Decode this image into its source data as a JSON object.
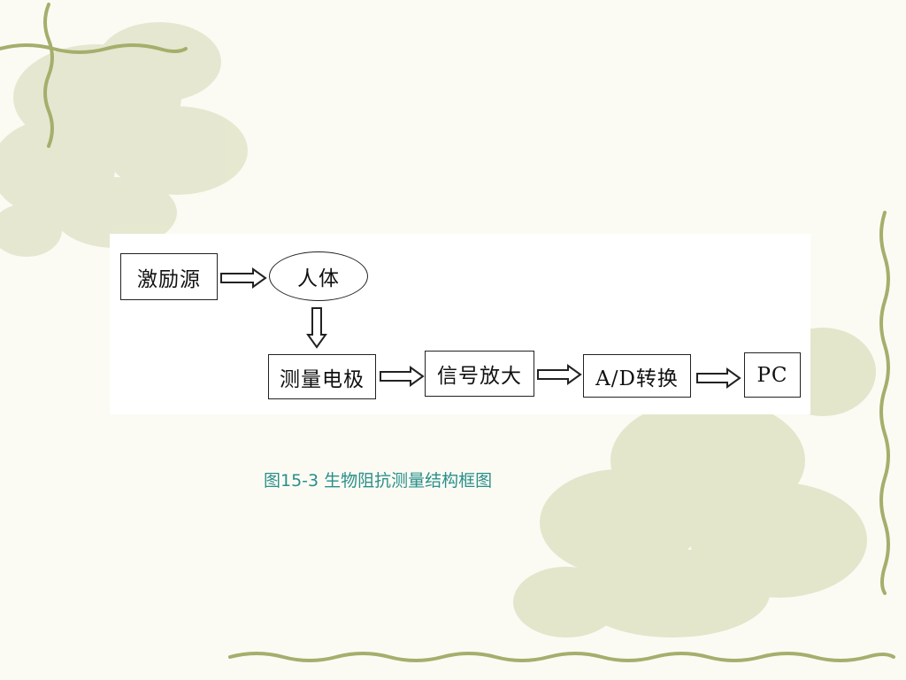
{
  "diagram": {
    "nodes": [
      {
        "id": "source",
        "label": "激励源"
      },
      {
        "id": "body",
        "label": "人体"
      },
      {
        "id": "electrode",
        "label": "测量电极"
      },
      {
        "id": "amp",
        "label": "信号放大"
      },
      {
        "id": "adc",
        "label": "A/D转换"
      },
      {
        "id": "pc",
        "label": "PC"
      }
    ],
    "edges": [
      {
        "from": "source",
        "to": "body"
      },
      {
        "from": "body",
        "to": "electrode"
      },
      {
        "from": "electrode",
        "to": "amp"
      },
      {
        "from": "amp",
        "to": "adc"
      },
      {
        "from": "adc",
        "to": "pc"
      }
    ]
  },
  "caption": "图15-3 生物阻抗测量结构框图",
  "colors": {
    "caption": "#2a8f8a",
    "vine": "#a8b070",
    "flower": "#d9dcbc",
    "background": "#fbfbf4"
  }
}
